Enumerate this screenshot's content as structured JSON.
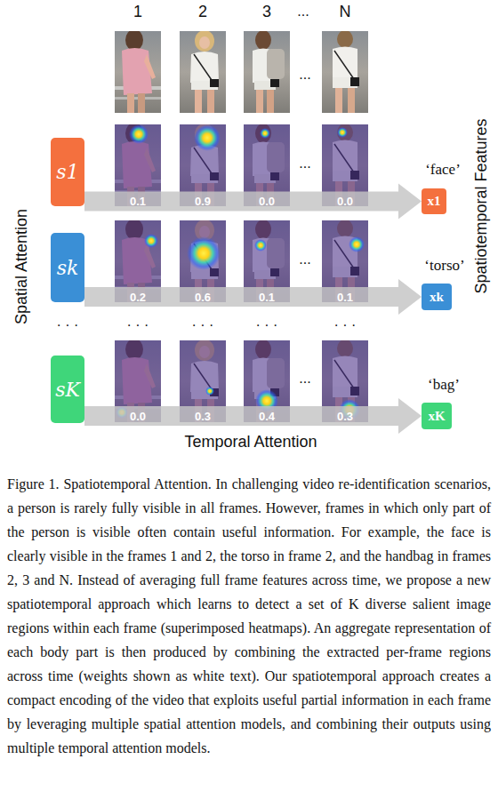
{
  "diagram": {
    "caption": "Figure 1. Spatiotemporal Attention. In challenging video re-identification scenarios, a person is rarely fully visible in all frames. However, frames in which only part of the person is visible often contain useful information. For example, the face is clearly visible in the frames 1 and 2, the torso in frame 2, and the handbag in frames 2, 3 and N. Instead of averaging full frame features across time, we propose a new spatiotemporal approach which learns to detect a set of K diverse salient image regions within each frame (superimposed heatmaps). An aggregate representation of each body part is then produced by combining the extracted per-frame regions across time (weights shown as white text). Our spatiotemporal approach creates a compact encoding of the video that exploits useful partial information in each frame by leveraging multiple spatial attention models, and combining their outputs using multiple temporal attention models.",
    "nodes": [
      {
        "text": [
          "s1"
        ]
      },
      {
        "text": [
          "x1"
        ]
      },
      {
        "text": [
          "sk"
        ]
      },
      {
        "text": [
          "xk"
        ]
      },
      {
        "text": [
          "sK"
        ]
      },
      {
        "text": [
          "xK"
        ]
      }
    ],
    "edges": [
      {
        "from": 0,
        "to": 1,
        "arrow": "to"
      },
      {
        "from": 2,
        "to": 3,
        "arrow": "to"
      },
      {
        "from": 4,
        "to": 5,
        "arrow": "to"
      }
    ],
    "labels": [
      "1",
      "2",
      "3",
      "...",
      "N",
      "...",
      "Spatial Attention",
      "0.1",
      "0.9",
      "0.0",
      "...",
      "0.0",
      "‘face’",
      "0.2",
      "0.6",
      "0.1",
      "...",
      "0.1",
      "‘torso’",
      "· · ·",
      "· · ·",
      "· · ·",
      "· · ·",
      "· · ·",
      "0.0",
      "0.3",
      "0.4",
      "...",
      "0.3",
      "‘bag’",
      "Spatiotemporal Features",
      "Temporal Attention"
    ]
  }
}
